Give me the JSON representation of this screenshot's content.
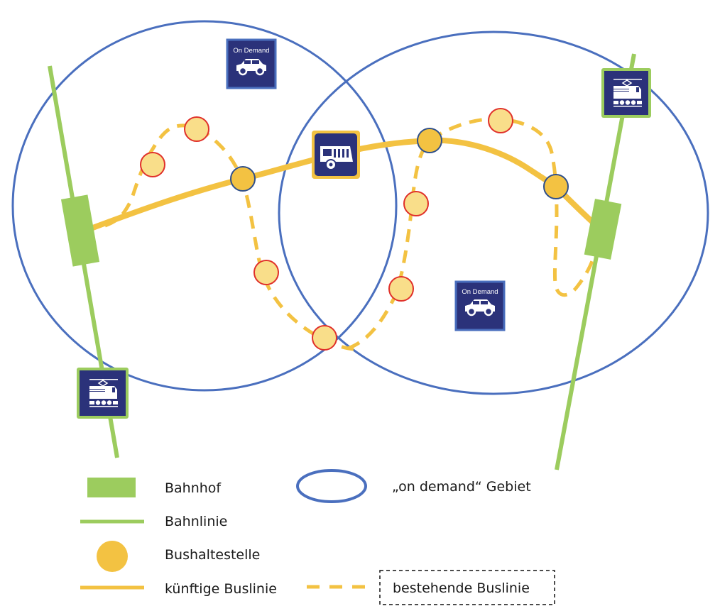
{
  "colors": {
    "rail": "#9ccc5e",
    "zone": "#4a6fbe",
    "bus": "#f3c242",
    "stop_fill": "#f3c242",
    "stop_border": "#2f4f8a",
    "old_stop_fill": "#f9de8a",
    "old_stop_border": "#e0302a",
    "sign_bg": "#2b327a",
    "sign_border_zone": "#4a6fbe",
    "sign_border_rail": "#9ccc5e",
    "sign_border_bus": "#f3c242"
  },
  "signs": {
    "on_demand_label": "On Demand"
  },
  "legend": {
    "station": "Bahnhof",
    "rail_line": "Bahnlinie",
    "bus_stop": "Bushaltestelle",
    "future_bus_line": "künftige Buslinie",
    "on_demand_area": "„on demand“ Gebiet",
    "existing_bus_line": "bestehende Buslinie"
  }
}
